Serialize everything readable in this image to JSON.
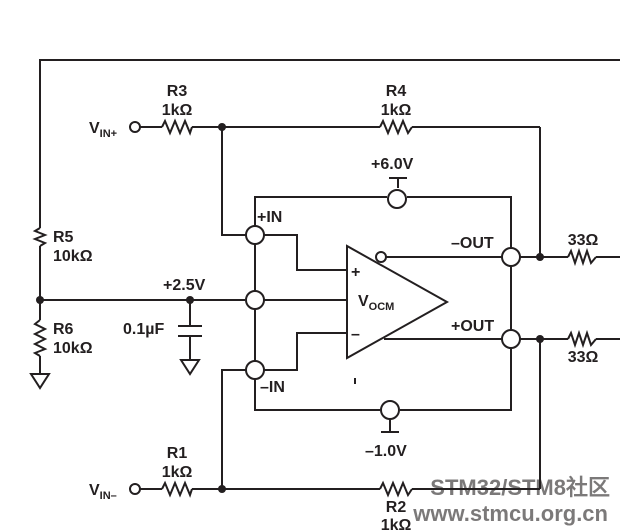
{
  "inputs": {
    "vin_pos": {
      "main": "V",
      "sub": "IN+"
    },
    "vin_neg": {
      "main": "V",
      "sub": "IN–"
    }
  },
  "resistors": {
    "r1": {
      "name": "R1",
      "value": "1kΩ"
    },
    "r2": {
      "name": "R2",
      "value": "1kΩ"
    },
    "r3": {
      "name": "R3",
      "value": "1kΩ"
    },
    "r4": {
      "name": "R4",
      "value": "1kΩ"
    },
    "r5": {
      "name": "R5",
      "value": "10kΩ"
    },
    "r6": {
      "name": "R6",
      "value": "10kΩ"
    },
    "r_out_top": {
      "value": "33Ω"
    },
    "r_out_bottom": {
      "value": "33Ω"
    }
  },
  "capacitor": {
    "value": "0.1µF"
  },
  "supplies": {
    "positive": "+6.0V",
    "negative": "–1.0V",
    "mid": "+2.5V"
  },
  "amplifier": {
    "pins": {
      "in_pos": "+IN",
      "in_neg": "–IN",
      "out_neg": "–OUT",
      "out_pos": "+OUT"
    },
    "plus_sign": "+",
    "minus_sign": "–",
    "vocm": {
      "main": "V",
      "sub": "OCM"
    }
  },
  "watermark": {
    "line1": "STM32/STM8社区",
    "line2": "www.stmcu.org.cn"
  },
  "colors": {
    "ink": "#231f20",
    "watermark": "#4fa3d8"
  }
}
